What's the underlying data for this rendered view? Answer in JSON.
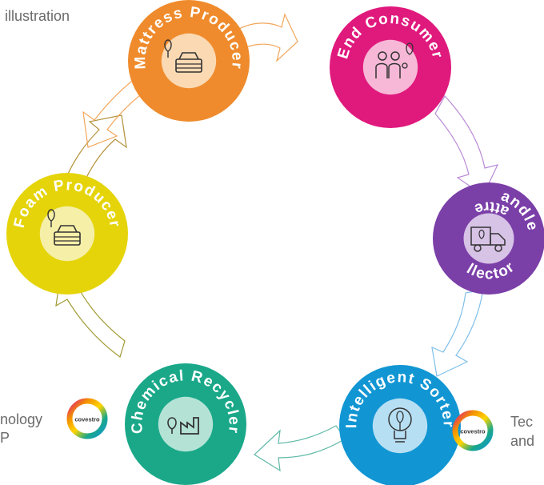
{
  "fragments": {
    "top_left": "illustration",
    "bottom_left_1": "nology",
    "bottom_left_2": "P",
    "bottom_right_1": "Tec",
    "bottom_right_2": "and"
  },
  "logo_text": "covestro",
  "nodes": [
    {
      "id": "mattress-producer",
      "label": "Mattress Producer",
      "color": "#ef8b2c",
      "inner": "#fbd9b3",
      "icon": "mattress-icon"
    },
    {
      "id": "end-consumer",
      "label": "End Consumer",
      "color": "#e0197d",
      "inner": "#f6b8d6",
      "icon": "family-icon"
    },
    {
      "id": "mattress-collector",
      "label_top": "Mattress",
      "label_bottom": "Collector &",
      "label_right": "Handler",
      "color": "#7b3fa8",
      "inner": "#d7c3e6",
      "icon": "truck-icon"
    },
    {
      "id": "intelligent-sorter",
      "label": "Intelligent Sorter",
      "color": "#1196d3",
      "inner": "#b7dff3",
      "icon": "lightbulb-icon"
    },
    {
      "id": "chemical-recycler",
      "label": "Chemical Recycler",
      "color": "#1aa889",
      "inner": "#b4e3d6",
      "icon": "factory-icon"
    },
    {
      "id": "foam-producer",
      "label": "Foam Producer",
      "color": "#e5d40a",
      "inner": "#f6efa8",
      "icon": "foam-icon"
    }
  ],
  "colors": {
    "text": "#6b6b6b"
  }
}
